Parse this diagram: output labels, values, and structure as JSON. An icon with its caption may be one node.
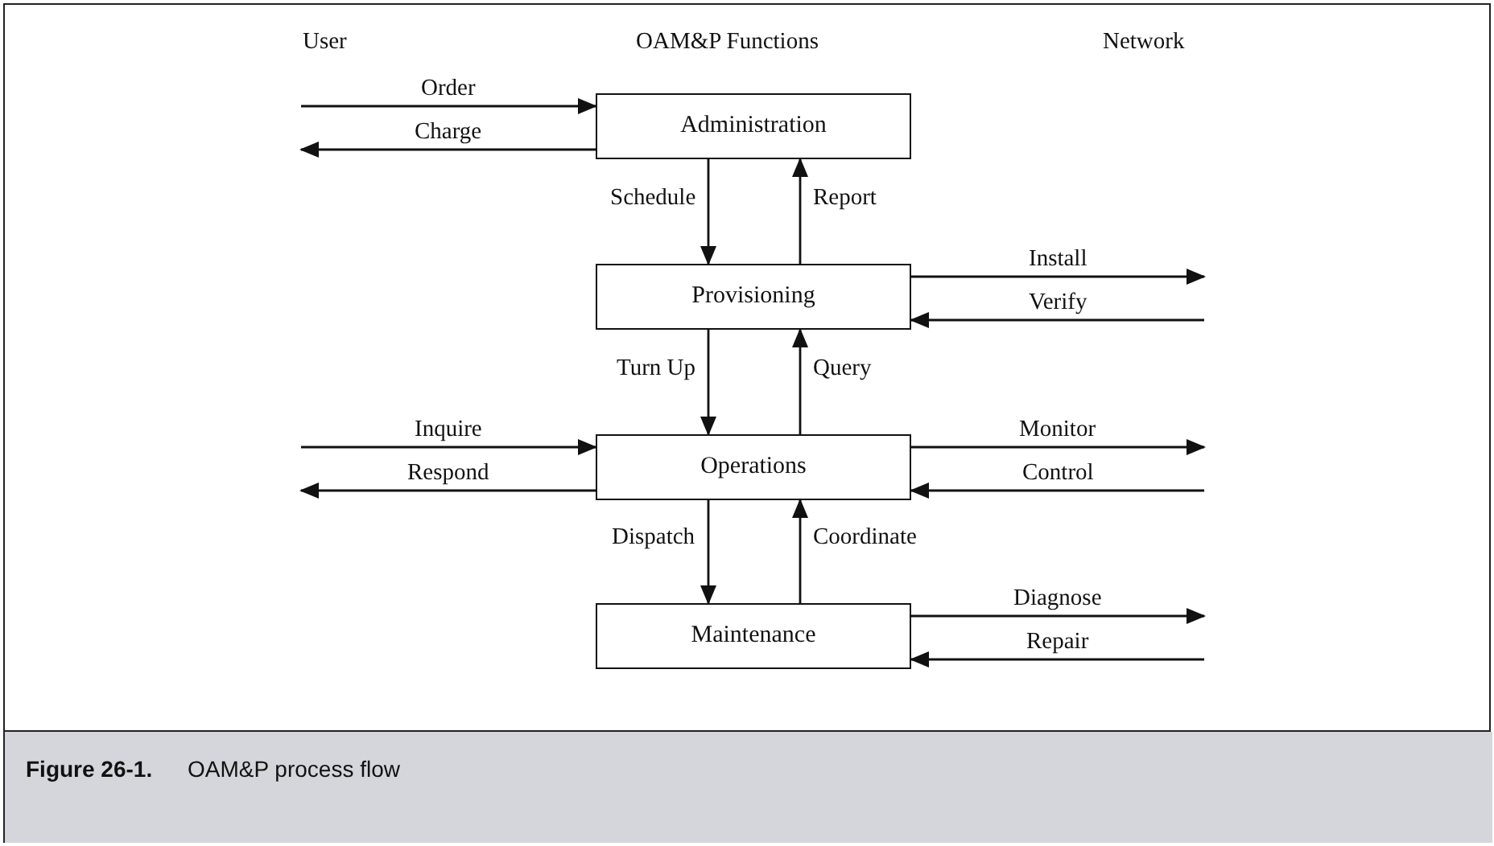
{
  "diagram": {
    "caption": "**Figure 26-1.** OAM&P process flow",
    "nodes": [
      {
        "text": [
          "Administration"
        ]
      },
      {
        "text": [
          "Provisioning"
        ]
      },
      {
        "text": [
          "Operations"
        ]
      },
      {
        "text": [
          "Maintenance"
        ]
      }
    ],
    "edges": [
      {
        "from": null,
        "to": 0,
        "arrow": "to",
        "label": "Order"
      },
      {
        "from": 0,
        "to": null,
        "arrow": "to",
        "label": "Charge"
      },
      {
        "from": 0,
        "to": 1,
        "arrow": "to",
        "label": "Schedule"
      },
      {
        "from": 1,
        "to": 0,
        "arrow": "to",
        "label": "Report"
      },
      {
        "from": 1,
        "to": null,
        "arrow": "to",
        "label": "Install"
      },
      {
        "from": null,
        "to": 1,
        "arrow": "to",
        "label": "Verify"
      },
      {
        "from": 1,
        "to": 2,
        "arrow": "to",
        "label": "Turn Up"
      },
      {
        "from": 2,
        "to": 1,
        "arrow": "to",
        "label": "Query"
      },
      {
        "from": null,
        "to": 2,
        "arrow": "to",
        "label": "Inquire"
      },
      {
        "from": 2,
        "to": null,
        "arrow": "to",
        "label": "Respond"
      },
      {
        "from": 2,
        "to": null,
        "arrow": "to",
        "label": "Monitor"
      },
      {
        "from": null,
        "to": 2,
        "arrow": "to",
        "label": "Control"
      },
      {
        "from": 2,
        "to": 3,
        "arrow": "to",
        "label": "Dispatch"
      },
      {
        "from": 3,
        "to": 2,
        "arrow": "to",
        "label": "Coordinate"
      },
      {
        "from": 3,
        "to": null,
        "arrow": "to",
        "label": "Diagnose"
      },
      {
        "from": null,
        "to": 3,
        "arrow": "to",
        "label": "Repair"
      }
    ],
    "labels": [
      "User",
      "OAM&P Functions",
      "Network"
    ]
  }
}
